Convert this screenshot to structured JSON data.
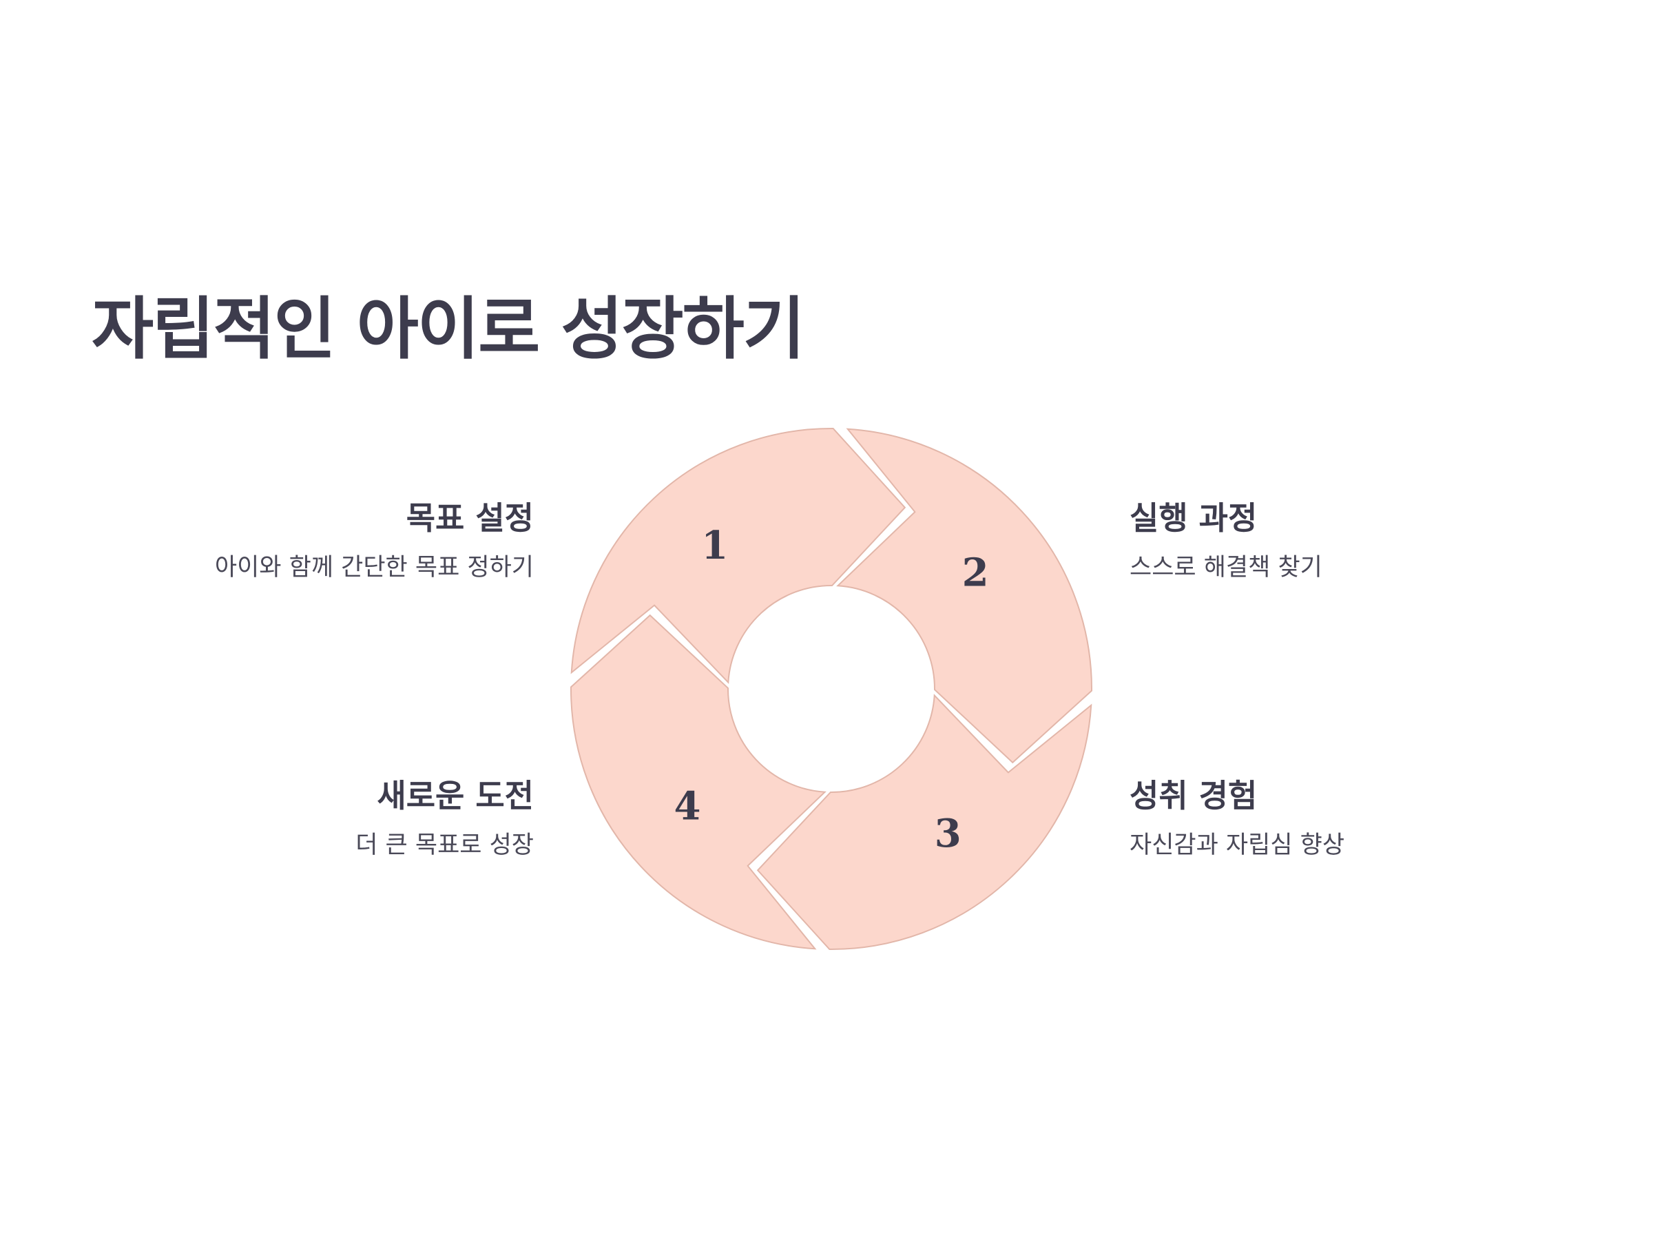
{
  "title": "자립적인 아이로 성장하기",
  "steps": [
    {
      "number": "1",
      "heading": "목표 설정",
      "description": "아이와 함께 간단한 목표 정하기"
    },
    {
      "number": "2",
      "heading": "실행 과정",
      "description": "스스로 해결책 찾기"
    },
    {
      "number": "3",
      "heading": "성취 경험",
      "description": "자신감과 자립심 향상"
    },
    {
      "number": "4",
      "heading": "새로운 도전",
      "description": "더 큰 목표로 성장"
    }
  ],
  "colors": {
    "segment_fill": "#fcd7cc",
    "segment_stroke": "#e2b6a9",
    "text": "#3d3c4d"
  }
}
